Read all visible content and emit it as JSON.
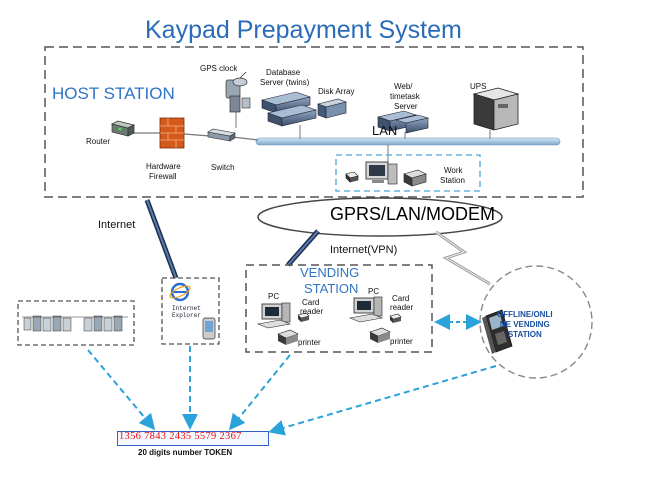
{
  "title": "Kaypad Prepayment System",
  "host_station": {
    "label": "HOST STATION",
    "router": "Router",
    "firewall": [
      "Hardware",
      "Firewall"
    ],
    "switch": "Switch",
    "gps_clock": "GPS clock",
    "database_server": [
      "Database",
      "Server (twins)"
    ],
    "disk_array": "Disk Array",
    "web_server": [
      "Web/",
      "timetask",
      "Server"
    ],
    "ups": "UPS",
    "lan": "LAN",
    "work_station": [
      "Work",
      "Station"
    ]
  },
  "network": {
    "gprs": "GPRS/LAN/MODEM",
    "internet": "Internet",
    "internet_vpn": "Internet(VPN)"
  },
  "vending_station": {
    "label": [
      "VENDING",
      "STATION"
    ],
    "pc": "PC",
    "card_reader": [
      "Card",
      "reader"
    ],
    "printer": "printer"
  },
  "browser": [
    "Internet",
    "Explorer"
  ],
  "offline_vending": [
    "OFFLINE/ONLI",
    "NE VENDING",
    "STATION"
  ],
  "token": {
    "value": "1356 7843 2435 5579 2367",
    "caption": "20 digits number TOKEN"
  },
  "colors": {
    "title": "#2b6cb8",
    "accent_blue": "#2f75c4",
    "arrow": "#29a3d9",
    "bus": "#9ec1dd",
    "token_digits": "#e11111"
  }
}
